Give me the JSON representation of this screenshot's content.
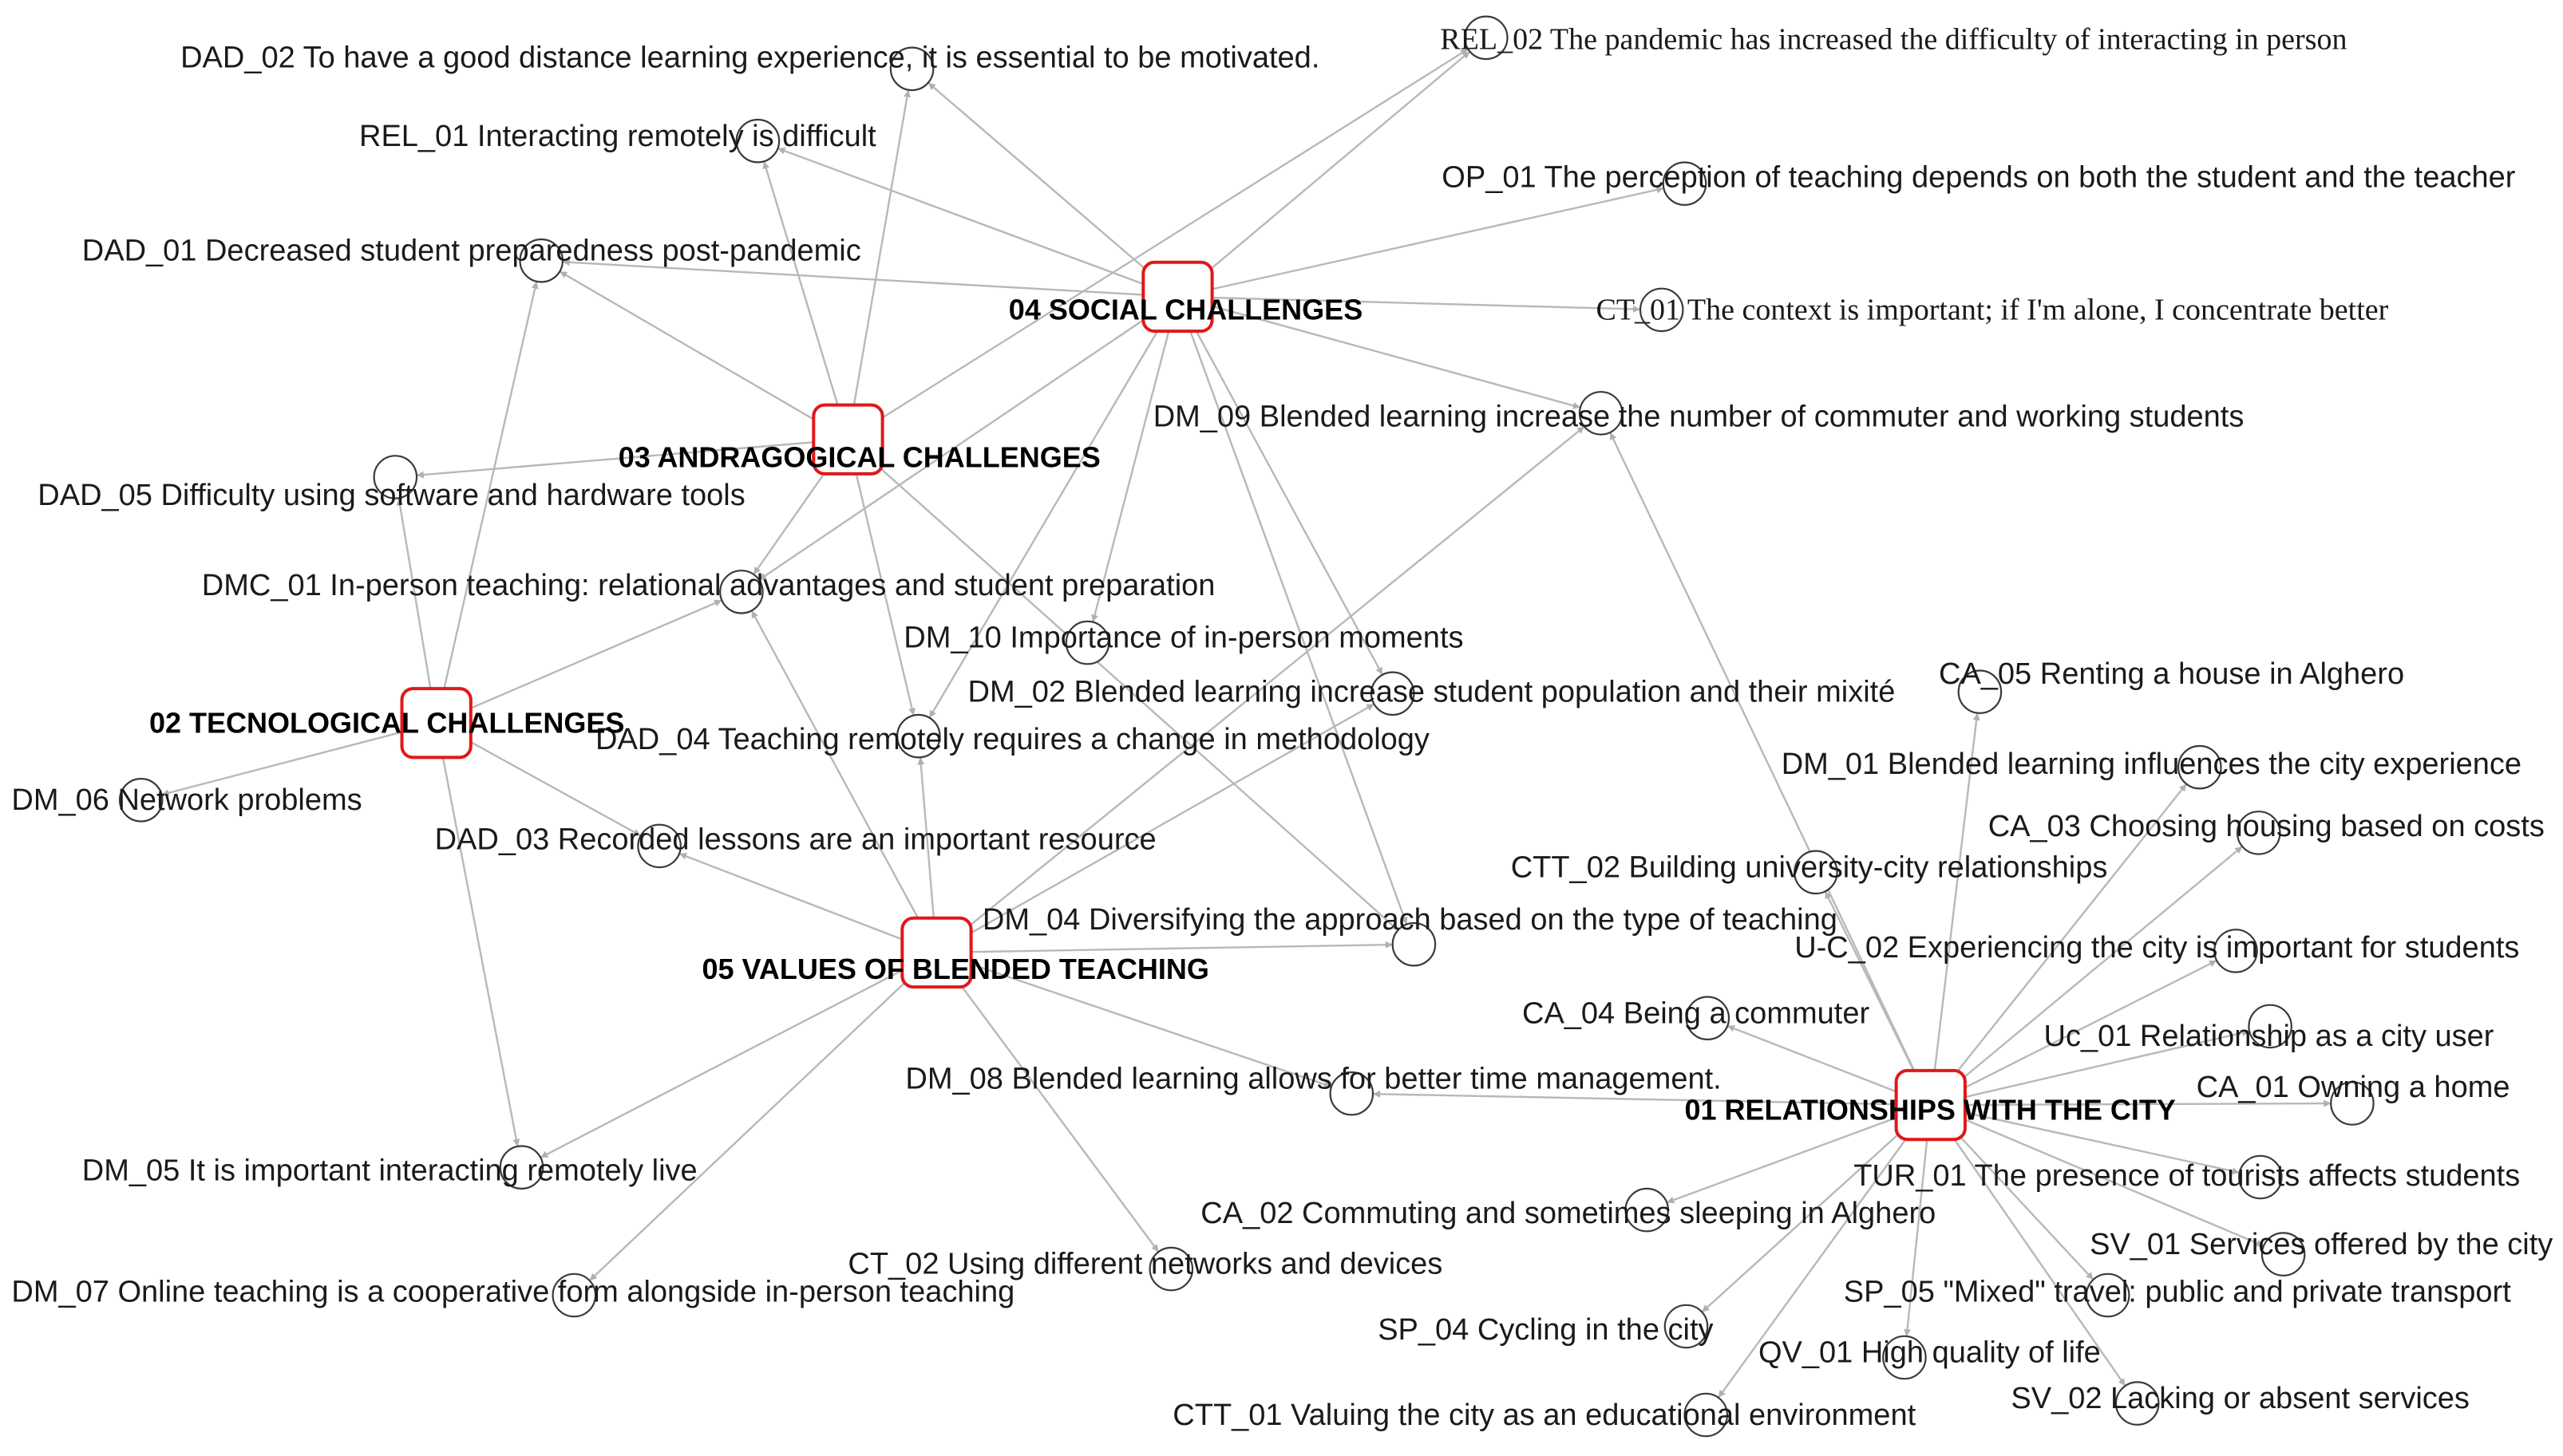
{
  "diagram": {
    "hubs": [
      {
        "id": "h01",
        "label": "01 RELATIONSHIPS WITH THE CITY"
      },
      {
        "id": "h02",
        "label": "02 TECNOLOGICAL CHALLENGES"
      },
      {
        "id": "h03",
        "label": "03 ANDRAGOGICAL CHALLENGES"
      },
      {
        "id": "h04",
        "label": "04 SOCIAL CHALLENGES"
      },
      {
        "id": "h05",
        "label": "05 VALUES OF BLENDED TEACHING"
      }
    ],
    "nodes": [
      {
        "id": "dad02",
        "label": "DAD_02 To have a good distance learning experience, it is essential to be motivated."
      },
      {
        "id": "rel01",
        "label": "REL_01 Interacting remotely is difficult"
      },
      {
        "id": "dad01",
        "label": "DAD_01 Decreased student preparedness post-pandemic"
      },
      {
        "id": "dad05",
        "label": "DAD_05 Difficulty using software and hardware tools"
      },
      {
        "id": "dmc01",
        "label": "DMC_01 In-person teaching: relational advantages and student preparation"
      },
      {
        "id": "dm06",
        "label": "DM_06 Network problems"
      },
      {
        "id": "dad03",
        "label": "DAD_03 Recorded lessons are an important resource"
      },
      {
        "id": "dad04",
        "label": "DAD_04 Teaching remotely requires a change in methodology"
      },
      {
        "id": "dm10",
        "label": "DM_10 Importance of in-person moments"
      },
      {
        "id": "dm02",
        "label": "DM_02 Blended learning increase student population and their mixité"
      },
      {
        "id": "dm09",
        "label": "DM_09 Blended learning increase the number of commuter and working students"
      },
      {
        "id": "rel02",
        "label": "REL_02 The pandemic has increased the difficulty of interacting in person"
      },
      {
        "id": "op01",
        "label": "OP_01 The perception of teaching depends on both the student and the teacher"
      },
      {
        "id": "ct01",
        "label": "CT_01 The context is important; if I'm alone, I concentrate better"
      },
      {
        "id": "dm04",
        "label": "DM_04 Diversifying the approach based on the type of teaching"
      },
      {
        "id": "dm05",
        "label": "DM_05 It is important interacting remotely live"
      },
      {
        "id": "dm07",
        "label": "DM_07 Online teaching is a cooperative form alongside in-person teaching"
      },
      {
        "id": "ct02",
        "label": "CT_02 Using different networks and devices"
      },
      {
        "id": "dm08",
        "label": "DM_08 Blended learning allows for better time management."
      },
      {
        "id": "ca05",
        "label": "CA_05 Renting a house in Alghero"
      },
      {
        "id": "dm01",
        "label": "DM_01 Blended learning influences the city experience"
      },
      {
        "id": "ca03",
        "label": "CA_03 Choosing housing based on costs"
      },
      {
        "id": "ctt02",
        "label": "CTT_02 Building university-city relationships"
      },
      {
        "id": "uc02",
        "label": "U-C_02 Experiencing the city is important for students"
      },
      {
        "id": "uc01",
        "label": "Uc_01 Relationship as a city user"
      },
      {
        "id": "ca04",
        "label": "CA_04 Being a commuter"
      },
      {
        "id": "ca01",
        "label": "CA_01 Owning a home"
      },
      {
        "id": "tur01",
        "label": "TUR_01 The presence of tourists affects students"
      },
      {
        "id": "ca02",
        "label": "CA_02 Commuting and sometimes sleeping in Alghero"
      },
      {
        "id": "sv01",
        "label": "SV_01 Services offered by the city"
      },
      {
        "id": "sp05",
        "label": "SP_05 \"Mixed\" travel: public and private transport"
      },
      {
        "id": "sp04",
        "label": "SP_04 Cycling in the city"
      },
      {
        "id": "qv01",
        "label": "QV_01 High quality of life"
      },
      {
        "id": "sv02",
        "label": "SV_02 Lacking or absent services"
      },
      {
        "id": "ctt01",
        "label": "CTT_01 Valuing the city as an educational environment"
      }
    ],
    "edges": [
      [
        "h04",
        "dad02"
      ],
      [
        "h04",
        "rel01"
      ],
      [
        "h04",
        "dad01"
      ],
      [
        "h04",
        "rel02"
      ],
      [
        "h04",
        "op01"
      ],
      [
        "h04",
        "ct01"
      ],
      [
        "h04",
        "dm09"
      ],
      [
        "h04",
        "dmc01"
      ],
      [
        "h04",
        "dad04"
      ],
      [
        "h04",
        "dm10"
      ],
      [
        "h04",
        "dm02"
      ],
      [
        "h04",
        "dm04"
      ],
      [
        "h03",
        "dad02"
      ],
      [
        "h03",
        "rel01"
      ],
      [
        "h03",
        "dad01"
      ],
      [
        "h03",
        "dad05"
      ],
      [
        "h03",
        "dmc01"
      ],
      [
        "h03",
        "dad04"
      ],
      [
        "h03",
        "dm04"
      ],
      [
        "h03",
        "rel02"
      ],
      [
        "h02",
        "dad01"
      ],
      [
        "h02",
        "dad05"
      ],
      [
        "h02",
        "dmc01"
      ],
      [
        "h02",
        "dm06"
      ],
      [
        "h02",
        "dad03"
      ],
      [
        "h02",
        "dm05"
      ],
      [
        "h05",
        "dad03"
      ],
      [
        "h05",
        "dmc01"
      ],
      [
        "h05",
        "dad04"
      ],
      [
        "h05",
        "dm09"
      ],
      [
        "h05",
        "dm02"
      ],
      [
        "h05",
        "dm04"
      ],
      [
        "h05",
        "dm05"
      ],
      [
        "h05",
        "dm07"
      ],
      [
        "h05",
        "ct02"
      ],
      [
        "h05",
        "dm08"
      ],
      [
        "h01",
        "dm09"
      ],
      [
        "h01",
        "ca05"
      ],
      [
        "h01",
        "dm01"
      ],
      [
        "h01",
        "ca03"
      ],
      [
        "h01",
        "ctt02"
      ],
      [
        "h01",
        "uc02"
      ],
      [
        "h01",
        "uc01"
      ],
      [
        "h01",
        "ca04"
      ],
      [
        "h01",
        "ca01"
      ],
      [
        "h01",
        "tur01"
      ],
      [
        "h01",
        "dm08"
      ],
      [
        "h01",
        "ca02"
      ],
      [
        "h01",
        "sv01"
      ],
      [
        "h01",
        "sp05"
      ],
      [
        "h01",
        "sp04"
      ],
      [
        "h01",
        "qv01"
      ],
      [
        "h01",
        "sv02"
      ],
      [
        "h01",
        "ctt01"
      ]
    ]
  }
}
